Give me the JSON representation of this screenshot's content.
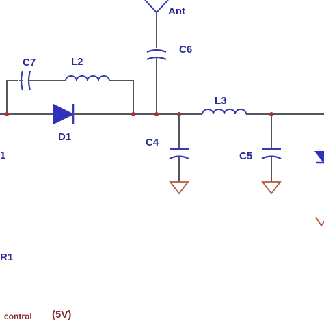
{
  "labels": {
    "ant": "Ant",
    "c6": "C6",
    "c7": "C7",
    "l2": "L2",
    "d1": "D1",
    "c4": "C4",
    "l3": "L3",
    "c5": "C5",
    "left_partial": "1",
    "r1": "R1",
    "vcontrol_sub": "control",
    "vcontrol_value": "(5V)"
  },
  "colors": {
    "component": "#3a3ab0",
    "wire": "#55555f",
    "ground": "#b05a3a",
    "node": "#b03030",
    "label_blue": "#2a2a9a",
    "label_red": "#8a2a2a"
  }
}
